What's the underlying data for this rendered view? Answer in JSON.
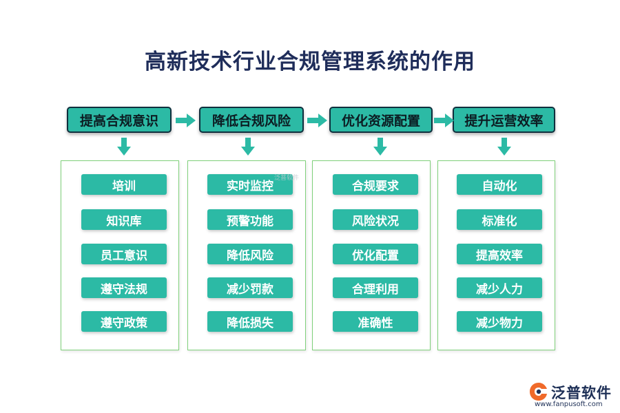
{
  "title": "高新技术行业合规管理系统的作用",
  "colors": {
    "header_fill": "#2cbaa5",
    "item_fill": "#2cbaa5",
    "panel_border": "#7fd07a",
    "arrow": "#2cbaa5",
    "title": "#1f2d5a"
  },
  "columns": [
    {
      "header": "提高合规意识",
      "items": [
        "培训",
        "知识库",
        "员工意识",
        "遵守法规",
        "遵守政策"
      ]
    },
    {
      "header": "降低合规风险",
      "items": [
        "实时监控",
        "预警功能",
        "降低风险",
        "减少罚款",
        "降低损失"
      ]
    },
    {
      "header": "优化资源配置",
      "items": [
        "合规要求",
        "风险状况",
        "优化配置",
        "合理利用",
        "准确性"
      ]
    },
    {
      "header": "提升运营效率",
      "items": [
        "自动化",
        "标准化",
        "提高效率",
        "减少人力",
        "减少物力"
      ]
    }
  ],
  "watermark": "泛普软件",
  "logo": {
    "name": "泛普软件",
    "url": "www.fanpusoft.com",
    "icon": "fanpu-logo-icon"
  }
}
